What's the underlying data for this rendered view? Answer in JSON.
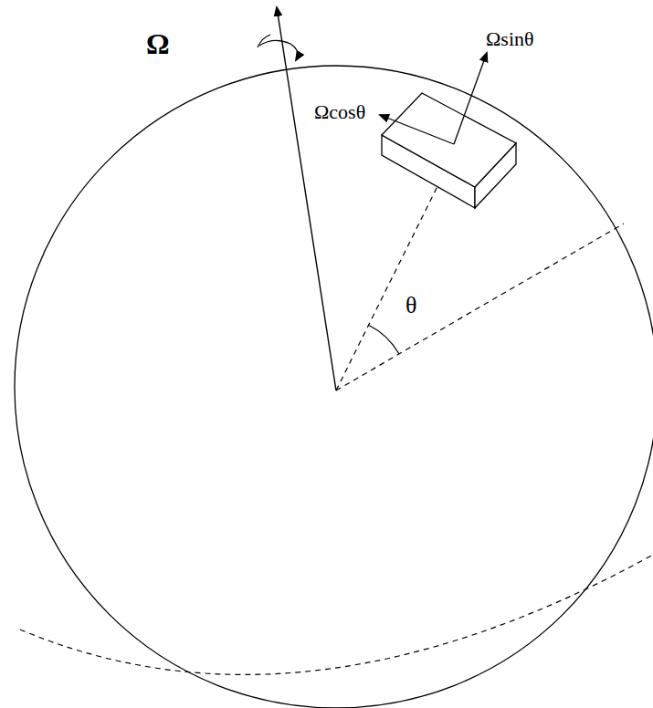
{
  "diagram": {
    "labels": [
      "Ω",
      "Ωsinθ",
      "Ωcosθ",
      "θ"
    ]
  }
}
